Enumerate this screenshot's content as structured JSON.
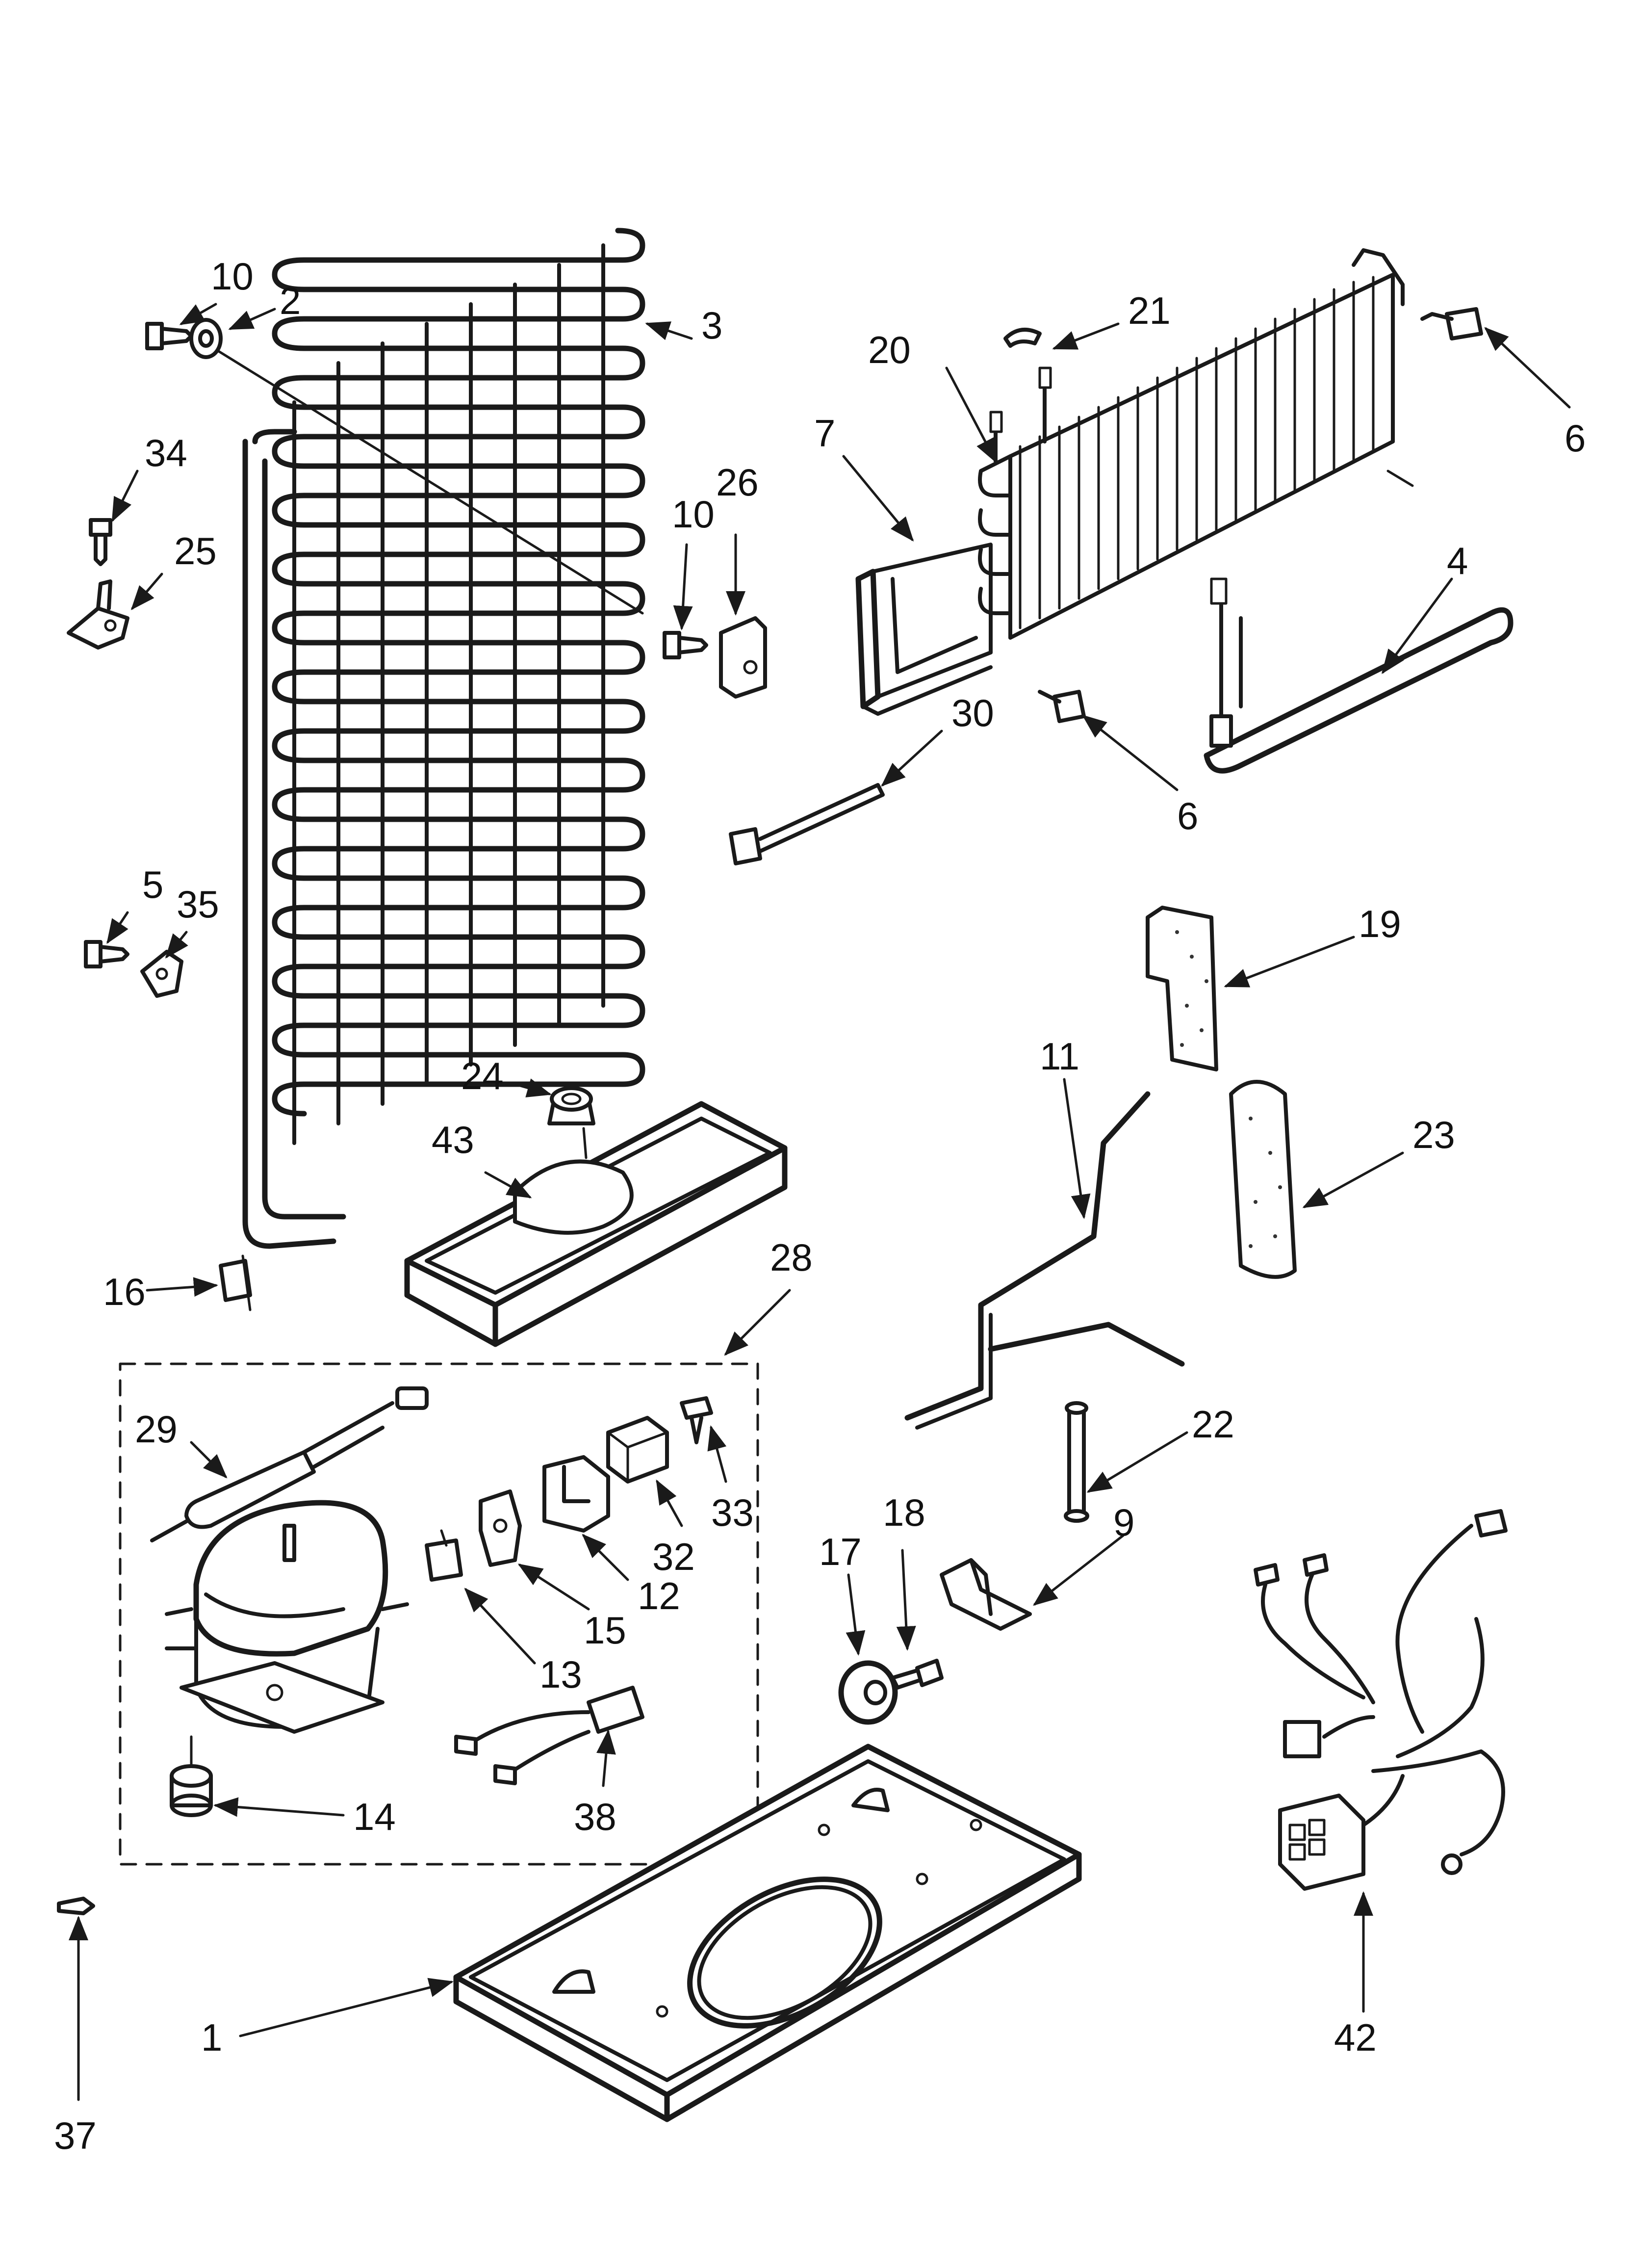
{
  "diagram": {
    "callouts": [
      {
        "id": "c10a",
        "label": "10"
      },
      {
        "id": "c2",
        "label": "2"
      },
      {
        "id": "c3",
        "label": "3"
      },
      {
        "id": "c34",
        "label": "34"
      },
      {
        "id": "c25",
        "label": "25"
      },
      {
        "id": "c10b",
        "label": "10"
      },
      {
        "id": "c26",
        "label": "26"
      },
      {
        "id": "c5",
        "label": "5"
      },
      {
        "id": "c35",
        "label": "35"
      },
      {
        "id": "c24",
        "label": "24"
      },
      {
        "id": "c43",
        "label": "43"
      },
      {
        "id": "c16",
        "label": "16"
      },
      {
        "id": "c28",
        "label": "28"
      },
      {
        "id": "c29",
        "label": "29"
      },
      {
        "id": "c33",
        "label": "33"
      },
      {
        "id": "c32",
        "label": "32"
      },
      {
        "id": "c12",
        "label": "12"
      },
      {
        "id": "c15",
        "label": "15"
      },
      {
        "id": "c13",
        "label": "13"
      },
      {
        "id": "c14",
        "label": "14"
      },
      {
        "id": "c38",
        "label": "38"
      },
      {
        "id": "c37",
        "label": "37"
      },
      {
        "id": "c1",
        "label": "1"
      },
      {
        "id": "c21",
        "label": "21"
      },
      {
        "id": "c20",
        "label": "20"
      },
      {
        "id": "c7",
        "label": "7"
      },
      {
        "id": "c6a",
        "label": "6"
      },
      {
        "id": "c4",
        "label": "4"
      },
      {
        "id": "c30",
        "label": "30"
      },
      {
        "id": "c6b",
        "label": "6"
      },
      {
        "id": "c19",
        "label": "19"
      },
      {
        "id": "c11",
        "label": "11"
      },
      {
        "id": "c23",
        "label": "23"
      },
      {
        "id": "c22",
        "label": "22"
      },
      {
        "id": "c9",
        "label": "9"
      },
      {
        "id": "c17",
        "label": "17"
      },
      {
        "id": "c18",
        "label": "18"
      },
      {
        "id": "c42",
        "label": "42"
      }
    ]
  }
}
